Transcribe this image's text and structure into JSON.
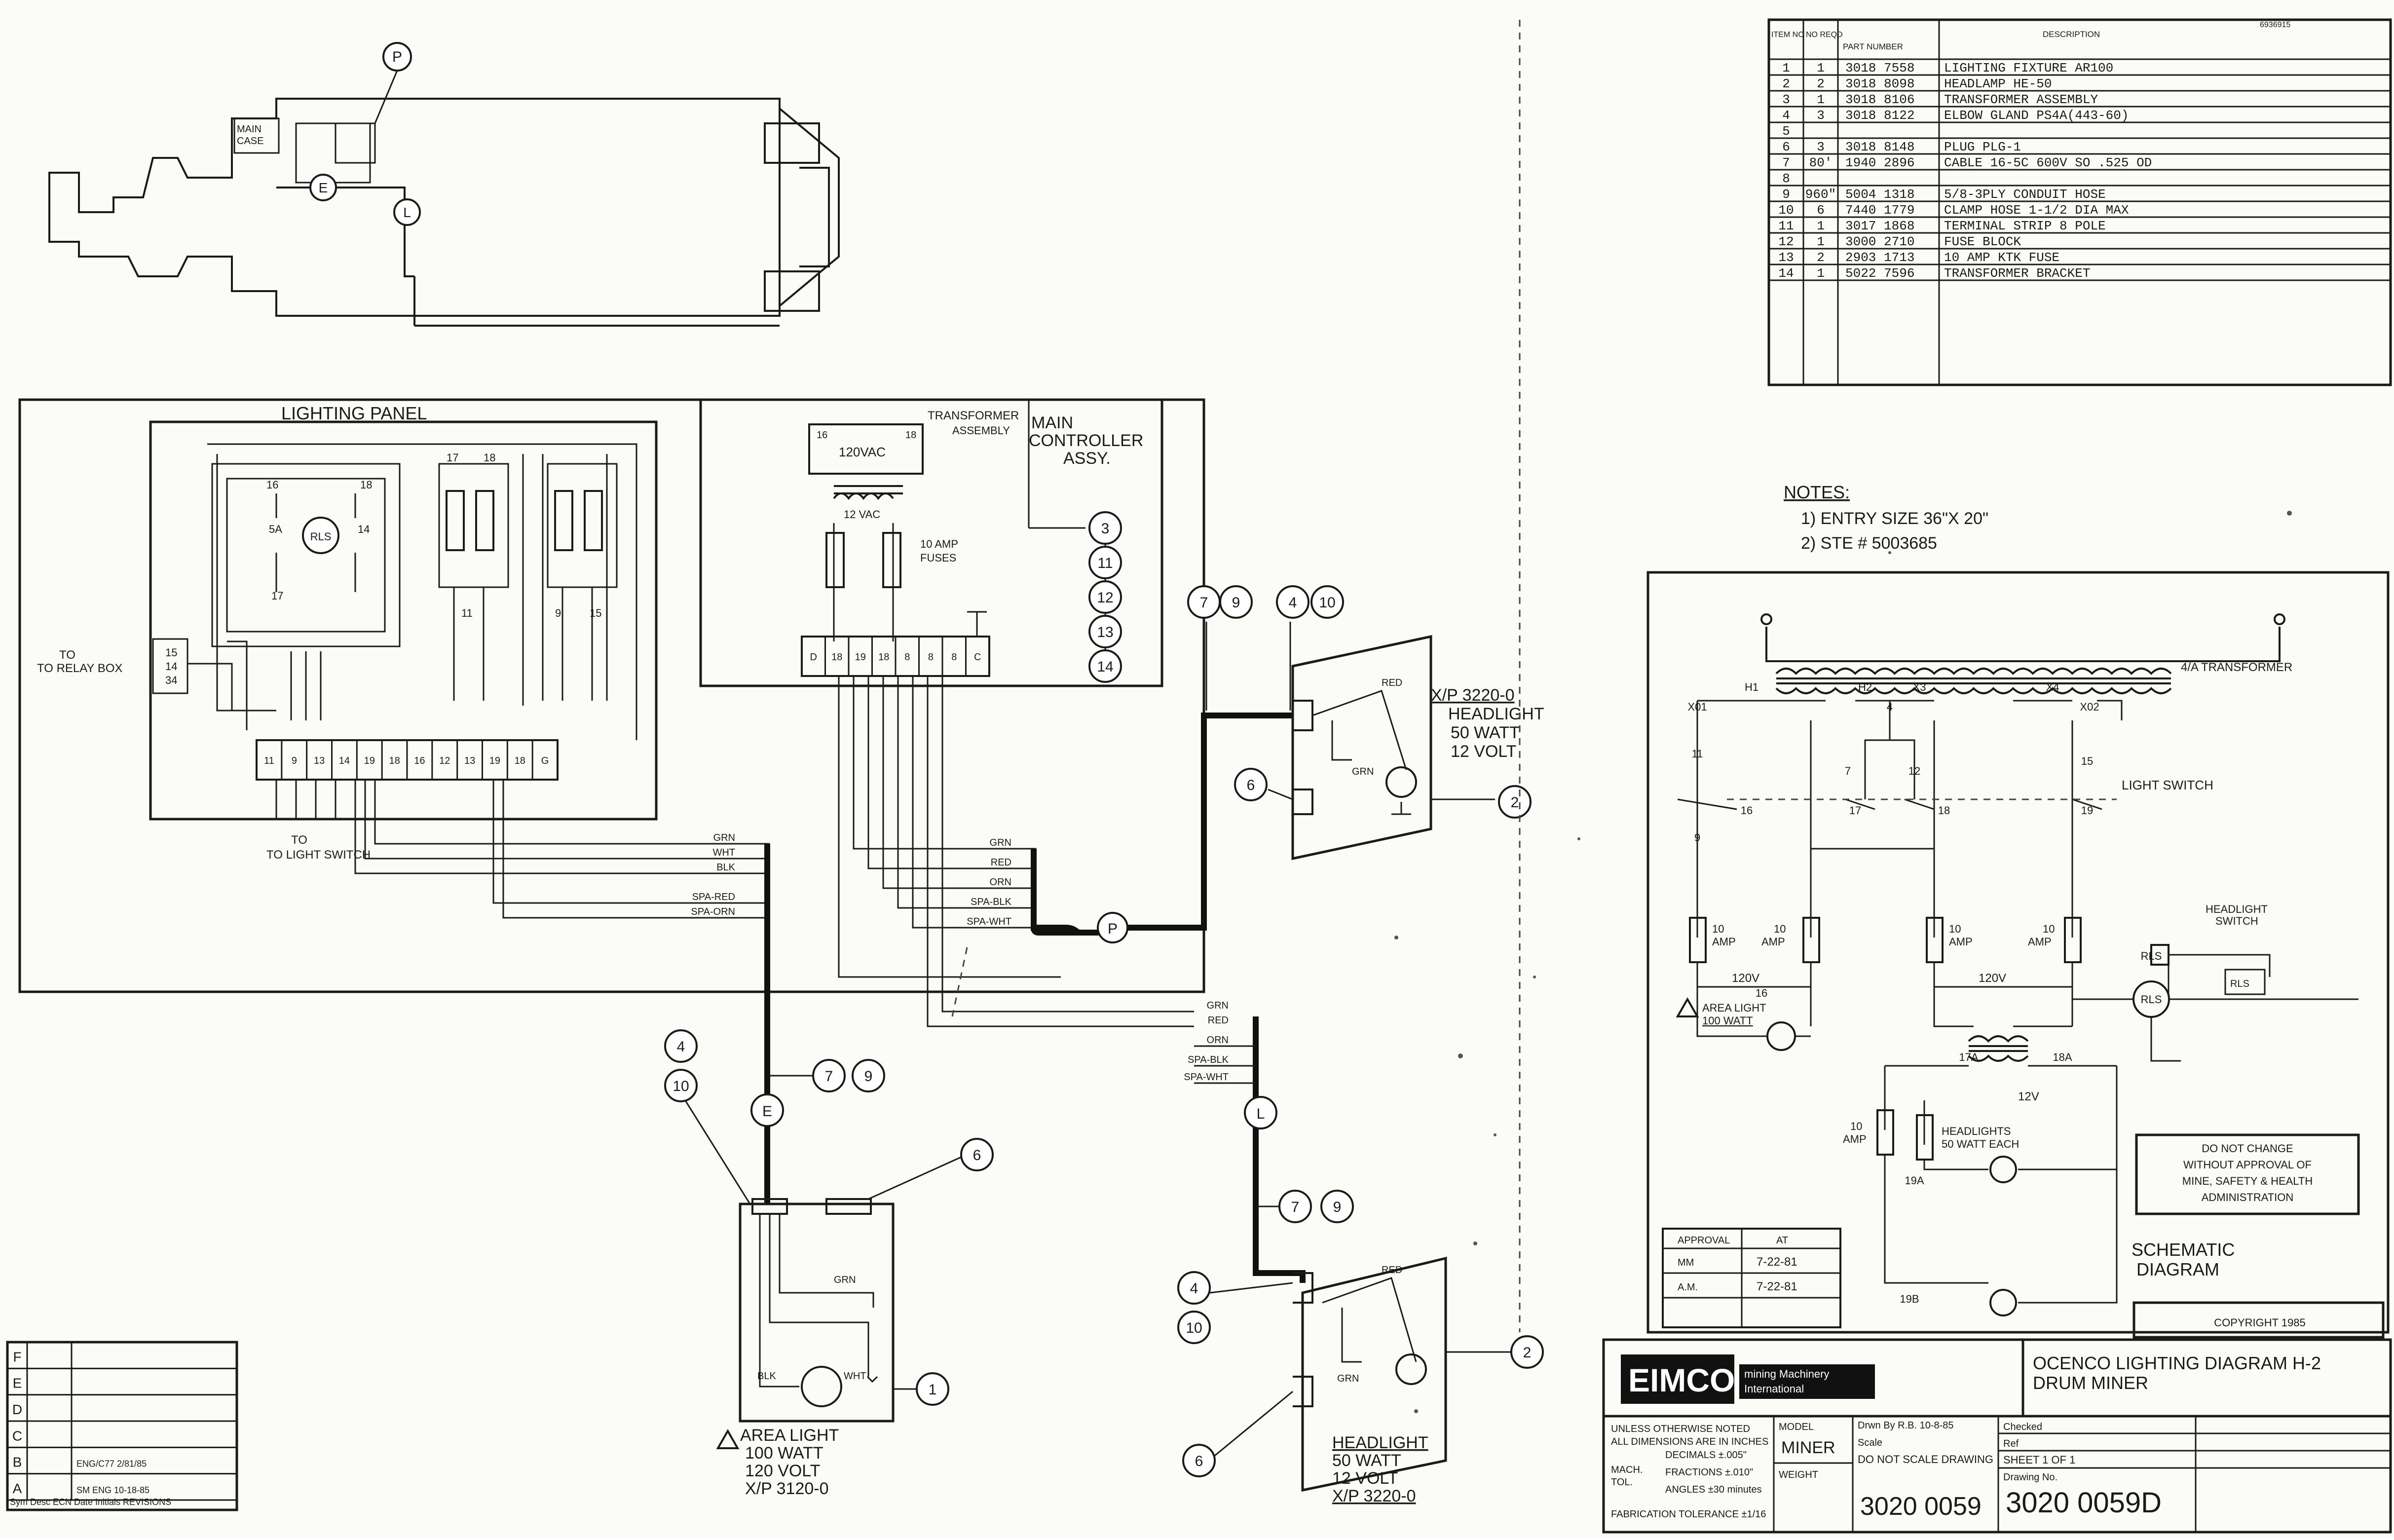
{
  "parts_table": {
    "header": {
      "item": "ITEM NO",
      "req": "NO REQD",
      "part": "PART NUMBER",
      "desc": "DESCRIPTION",
      "ref": "6936915"
    },
    "rows": [
      {
        "item": "1",
        "req": "1",
        "part": "3018 7558",
        "desc": "LIGHTING FIXTURE AR100"
      },
      {
        "item": "2",
        "req": "2",
        "part": "3018 8098",
        "desc": "HEADLAMP HE-50"
      },
      {
        "item": "3",
        "req": "1",
        "part": "3018 8106",
        "desc": "TRANSFORMER ASSEMBLY"
      },
      {
        "item": "4",
        "req": "3",
        "part": "3018 8122",
        "desc": "ELBOW GLAND PS4A(443-60)"
      },
      {
        "item": "5",
        "req": "",
        "part": "",
        "desc": ""
      },
      {
        "item": "6",
        "req": "3",
        "part": "3018 8148",
        "desc": "PLUG PLG-1"
      },
      {
        "item": "7",
        "req": "80'",
        "part": "1940 2896",
        "desc": "CABLE 16-5C 600V SO .525 OD"
      },
      {
        "item": "8",
        "req": "",
        "part": "",
        "desc": ""
      },
      {
        "item": "9",
        "req": "960\"",
        "part": "5004 1318",
        "desc": "5/8-3PLY CONDUIT HOSE"
      },
      {
        "item": "10",
        "req": "6",
        "part": "7440 1779",
        "desc": "CLAMP HOSE 1-1/2 DIA MAX"
      },
      {
        "item": "11",
        "req": "1",
        "part": "3017 1868",
        "desc": "TERMINAL STRIP 8 POLE"
      },
      {
        "item": "12",
        "req": "1",
        "part": "3000 2710",
        "desc": "FUSE BLOCK"
      },
      {
        "item": "13",
        "req": "2",
        "part": "2903 1713",
        "desc": "10 AMP KTK FUSE"
      },
      {
        "item": "14",
        "req": "1",
        "part": "5022 7596",
        "desc": "TRANSFORMER BRACKET"
      }
    ]
  },
  "notes": {
    "title": "NOTES:",
    "items": [
      "1) ENTRY SIZE 36\"X 20\"",
      "2) STE # 5003685"
    ]
  },
  "wiring": {
    "lighting_panel": "LIGHTING PANEL",
    "to_relay_box": "TO RELAY BOX",
    "to_light_switch": "TO LIGHT SWITCH",
    "transformer_assembly": "TRANSFORMER ASSEMBLY",
    "vac120": "120VAC",
    "vac12": "12 VAC",
    "fuses": "10 AMP FUSES",
    "main_controller": [
      "MAIN",
      "CONTROLLER",
      "ASSY."
    ],
    "main_case": [
      "MAIN",
      "CASE"
    ],
    "terminals": [
      "11",
      "9",
      "13",
      "14",
      "19",
      "18",
      "16",
      "12",
      "13",
      "19",
      "18",
      "G"
    ],
    "trans_terminals": [
      "D",
      "18",
      "19",
      "18",
      "8",
      "8",
      "8",
      "C"
    ],
    "panel_nums": [
      "16",
      "17",
      "18",
      "15",
      "14",
      "5A",
      "17",
      "13",
      "14",
      "34",
      "11",
      "9",
      "15",
      "16",
      "17",
      "18"
    ],
    "wire_colors": [
      "GRN",
      "WHT",
      "BLK",
      "SPA-RED",
      "SPA-ORN"
    ],
    "wire_colors_p": [
      "GRN",
      "RED",
      "ORN",
      "SPA-BLK",
      "SPA-WHT"
    ],
    "wire_colors_l": [
      "GRN",
      "RED",
      "ORN",
      "SPA-BLK",
      "SPA-WHT"
    ],
    "fixture_wires": {
      "red": "RED",
      "grn": "GRN",
      "blk": "BLK",
      "wht": "WHT"
    },
    "connectors": {
      "p": "P",
      "e": "E",
      "l": "L"
    },
    "bubbles_controller": [
      "3",
      "11",
      "12",
      "13",
      "14"
    ],
    "bubbles_top": [
      "7",
      "9",
      "4",
      "10"
    ],
    "bubbles_area": [
      "4",
      "10",
      "7",
      "9",
      "6",
      "1"
    ],
    "bubbles_head": [
      "4",
      "10",
      "7",
      "9",
      "6",
      "2",
      "6",
      "2"
    ],
    "headlight_top": [
      "X/P 3220-0",
      "HEADLIGHT",
      "50 WATT",
      "12 VOLT"
    ],
    "area_light": [
      "AREA LIGHT",
      "100 WATT",
      "120 VOLT",
      "X/P 3120-0"
    ],
    "headlight_bottom": [
      "HEADLIGHT",
      "50 WATT",
      "12 VOLT",
      "X/P 3220-0"
    ]
  },
  "schematic": {
    "title": [
      "SCHEMATIC",
      "DIAGRAM"
    ],
    "transformer": "4/A TRANSFORMER",
    "light_switch": "LIGHT SWITCH",
    "headlight_switch": [
      "HEADLIGHT",
      "SWITCH"
    ],
    "v120": "120V",
    "v12": "12V",
    "fuse": [
      "10",
      "AMP"
    ],
    "area_light": [
      "AREA LIGHT",
      "100 WATT"
    ],
    "headlights": [
      "HEADLIGHTS",
      "50 WATT EACH"
    ],
    "nodes": [
      "X01",
      "X02",
      "H1",
      "H2",
      "X3",
      "X4",
      "4",
      "11",
      "7",
      "12",
      "15",
      "16",
      "17",
      "18",
      "19",
      "9",
      "17A",
      "18A",
      "19A",
      "19B",
      "16",
      "RLS"
    ],
    "warning": [
      "DO NOT CHANGE",
      "WITHOUT APPROVAL OF",
      "MINE, SAFETY & HEALTH",
      "ADMINISTRATION"
    ],
    "copyright": "COPYRIGHT 1985",
    "approval_rows": [
      [
        "",
        "AT"
      ],
      [
        "MM",
        "7-22-81"
      ],
      [
        "A.M.",
        "7-22-81"
      ]
    ]
  },
  "title_block": {
    "company": "EIMCO",
    "company_sub": [
      "mining Machinery",
      "International"
    ],
    "title": [
      "OCENCO LIGHTING DIAGRAM H-2",
      "DRUM MINER"
    ],
    "tolerance": [
      "UNLESS OTHERWISE NOTED",
      "ALL DIMENSIONS ARE IN INCHES",
      "MACH.",
      "TOL.",
      "DECIMALS ±.005\"",
      "FRACTIONS ±.010\"",
      "ANGLES ±30 minutes",
      "FABRICATION TOLERANCE ±1/16"
    ],
    "model_label": "MODEL",
    "model": "MINER",
    "weight_label": "WEIGHT",
    "drawn_by": "Drwn By R.B. 10-8-85",
    "scale": "Scale",
    "do_not_scale": "DO NOT SCALE DRAWING",
    "checked": "Checked",
    "ref": "Ref",
    "sheet": "SHEET 1 OF 1",
    "drawing_no_label": "Drawing No.",
    "number_small": "3020 0059",
    "number_main": "3020 0059D"
  },
  "revisions": {
    "letters": [
      "F",
      "E",
      "D",
      "C",
      "B",
      "A"
    ],
    "entries": [
      "",
      "",
      "",
      "",
      "ENG/C77 2/81/85",
      "SM ENG 10-18-85"
    ],
    "footer": "Sym Desc ECN Date Initials REVISIONS"
  }
}
